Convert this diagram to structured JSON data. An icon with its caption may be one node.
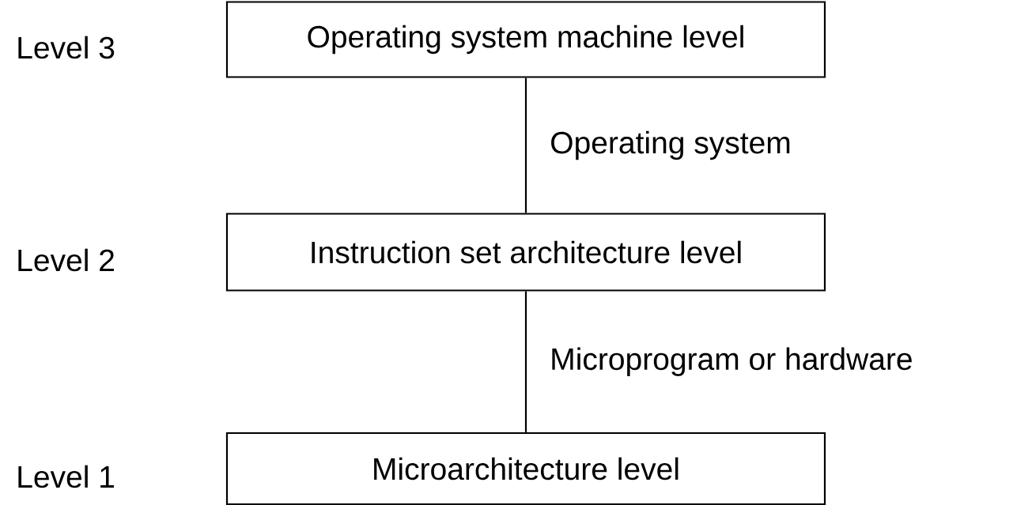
{
  "diagram": {
    "nodes": [
      {
        "text": [
          "Operating system machine level"
        ],
        "beside": [
          "Level 3"
        ]
      },
      {
        "text": [
          "Instruction set architecture level"
        ],
        "beside": [
          "Level 2"
        ]
      },
      {
        "text": [
          "Microarchitecture level"
        ],
        "beside": [
          "Level 1"
        ]
      }
    ],
    "edges": [
      {
        "from": 0,
        "to": 1,
        "arrow": "none",
        "label": "Operating system"
      },
      {
        "from": 1,
        "to": 2,
        "arrow": "none",
        "label": "Microprogram or hardware"
      }
    ]
  }
}
